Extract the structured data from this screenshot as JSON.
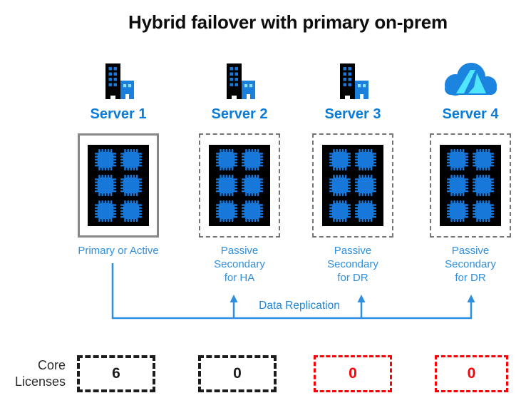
{
  "title": "Hybrid failover with primary on-prem",
  "replication": {
    "label": "Data Replication"
  },
  "license_row": {
    "label": "Core Licenses"
  },
  "chips_per_server": 6,
  "servers": [
    {
      "name": "Server 1",
      "icon": "office-building",
      "role": "Primary or Active",
      "box_style": "solid",
      "license": {
        "value": "6",
        "style": "black"
      }
    },
    {
      "name": "Server 2",
      "icon": "office-building",
      "role": "Passive Secondary for HA",
      "box_style": "dashed",
      "license": {
        "value": "0",
        "style": "black"
      }
    },
    {
      "name": "Server 3",
      "icon": "office-building",
      "role": "Passive Secondary for DR",
      "box_style": "dashed",
      "license": {
        "value": "0",
        "style": "red"
      }
    },
    {
      "name": "Server 4",
      "icon": "azure-cloud",
      "role": "Passive Secondary for DR",
      "box_style": "dashed",
      "license": {
        "value": "0",
        "style": "red"
      }
    }
  ],
  "colors": {
    "title_black": "#0d0d0d",
    "server_name_blue": "#0b7bd8",
    "role_label_blue": "#2e8fe0",
    "arrow_blue": "#2e8fe0",
    "chip_blue": "#1778d9",
    "building_black": "#000000",
    "building_blue": "#1b7fdc",
    "azure_cloud_blue": "#1b84de",
    "azure_logo_cyan": "#50e6ff",
    "solid_box_gray": "#878787",
    "dashed_box_gray": "#757575",
    "license_black": "#1c1c1c",
    "license_red": "#fb0007"
  }
}
